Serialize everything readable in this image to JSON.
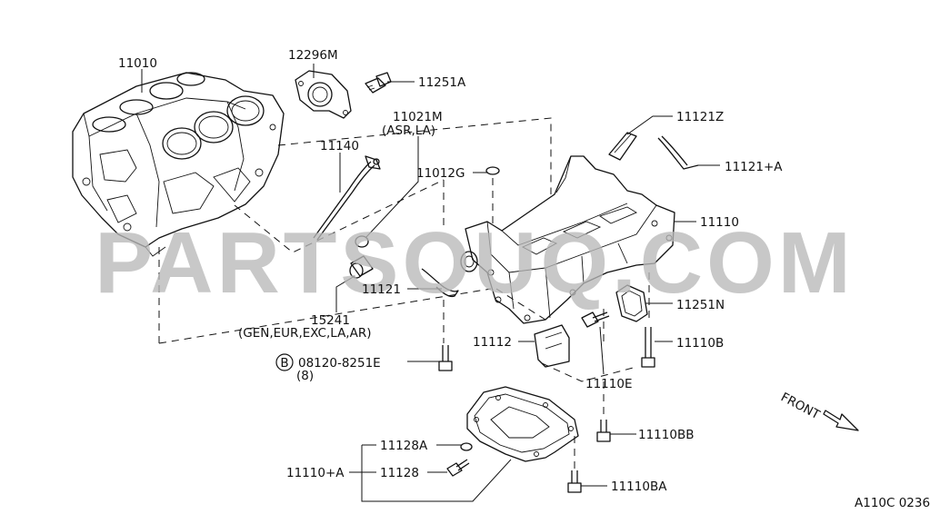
{
  "watermark": "PARTSOUQ.COM",
  "front_label": "FRONT",
  "diagram_code": "A110C 0236",
  "labels": {
    "p11010": "11010",
    "p12296M": "12296M",
    "p11251A": "11251A",
    "p11021M": "11021M",
    "p11021M_note": "(ASR,LA)",
    "p11140": "11140",
    "p11012G": "11012G",
    "p11121Z": "11121Z",
    "p11121A": "11121+A",
    "p11110": "11110",
    "p11121": "11121",
    "p15241": "15241",
    "p15241_note": "(GEN,EUR,EXC,LA,AR)",
    "p11251N": "11251N",
    "p11112": "11112",
    "p11110B": "11110B",
    "p08120_circle": "B",
    "p08120": "08120-8251E",
    "p08120_qty": "(8)",
    "p11110E": "11110E",
    "p11110BB": "11110BB",
    "p11128A": "11128A",
    "p11110A": "11110+A",
    "p11128": "11128",
    "p11110BA": "11110BA"
  }
}
